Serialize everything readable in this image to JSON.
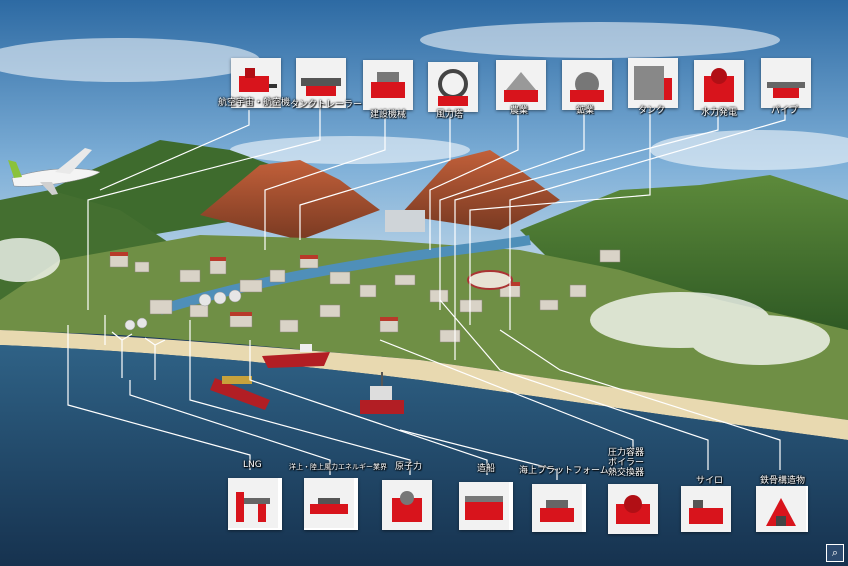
{
  "top_labels": {
    "aerospace": "航空宇宙・航空機",
    "tank_trailer": "タンクトレーラー",
    "construction": "建設機械",
    "wind_tower": "風力塔",
    "agriculture": "農業",
    "mining": "鉱業",
    "tank": "タンク",
    "hydropower": "水力発電",
    "pipe": "パイプ"
  },
  "bottom_labels": {
    "lng": "LNG",
    "wind_energy": "洋上・陸上風力エネルギー業界",
    "nuclear": "原子力",
    "shipbuilding": "造船",
    "offshore_platform": "海上プラットフォーム",
    "pressure_vessel": "圧力容器\nボイラー\n熱交換器",
    "silo": "サイロ",
    "steel_structure": "鉄骨構造物"
  },
  "icons": {
    "zoom": "magnifier-icon"
  },
  "colors": {
    "machine_red": "#d8141c",
    "sky": "#4f86b8",
    "sea": "#1f4d74",
    "line": "#ffffff"
  },
  "zoom_glyph": "⌕"
}
